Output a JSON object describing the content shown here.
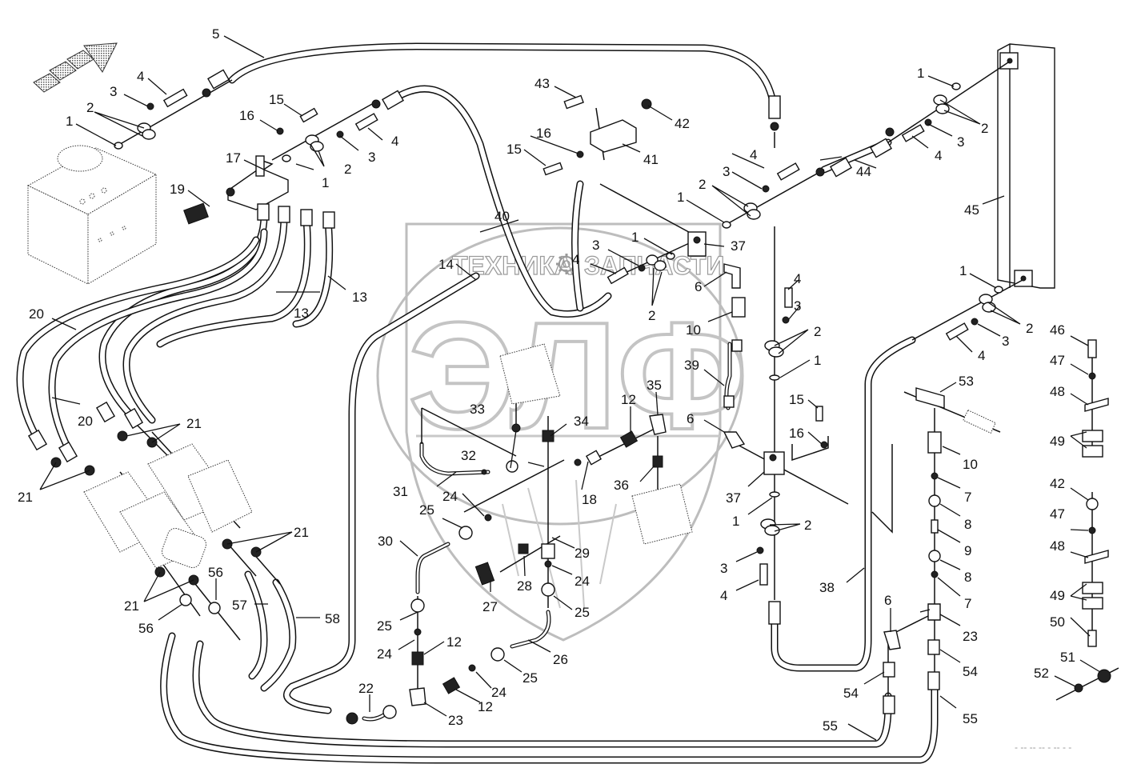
{
  "diagram": {
    "type": "exploded-parts-diagram",
    "subject": "hydraulic hoses and fittings",
    "watermark": {
      "brand_text_left": "ТЕХНИКА",
      "brand_text_right": "ЗАПЧАСТИ",
      "logo_letters": "ЭЛФ",
      "gear_icon": "gear-icon"
    },
    "direction_arrow": "forward-arrow-icon",
    "drawing_code": "- -- -- -- - -- - -"
  },
  "callouts": {
    "c1": "1",
    "c2": "2",
    "c3": "3",
    "c4": "4",
    "c5": "5",
    "c6": "6",
    "c7": "7",
    "c8": "8",
    "c9": "9",
    "c10": "10",
    "c12": "12",
    "c13": "13",
    "c14": "14",
    "c15": "15",
    "c16": "16",
    "c17": "17",
    "c18": "18",
    "c19": "19",
    "c20": "20",
    "c21": "21",
    "c22": "22",
    "c23": "23",
    "c24": "24",
    "c25": "25",
    "c26": "26",
    "c27": "27",
    "c28": "28",
    "c29": "29",
    "c30": "30",
    "c31": "31",
    "c32": "32",
    "c33": "33",
    "c34": "34",
    "c35": "35",
    "c36": "36",
    "c37": "37",
    "c38": "38",
    "c39": "39",
    "c40": "40",
    "c41": "41",
    "c42": "42",
    "c43": "43",
    "c44": "44",
    "c45": "45",
    "c46": "46",
    "c47": "47",
    "c48": "48",
    "c49": "49",
    "c50": "50",
    "c51": "51",
    "c52": "52",
    "c53": "53",
    "c54": "54",
    "c55": "55",
    "c56": "56",
    "c57": "57",
    "c58": "58"
  }
}
